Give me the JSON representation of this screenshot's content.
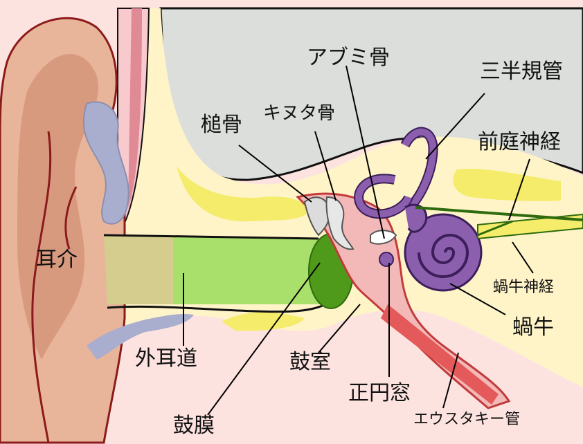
{
  "labels": {
    "stapes": "アブミ骨",
    "semicircular_canals": "三半規管",
    "malleus": "槌骨",
    "incus": "キヌタ骨",
    "vestibular_nerve": "前庭神経",
    "auricle": "耳介",
    "cochlear_nerve": "蝸牛神経",
    "cochlea": "蝸牛",
    "external_auditory_canal": "外耳道",
    "tympanic_cavity": "鼓室",
    "round_window": "正円窓",
    "eustachian_tube": "エウスタキー管",
    "eardrum": "鼓膜"
  }
}
